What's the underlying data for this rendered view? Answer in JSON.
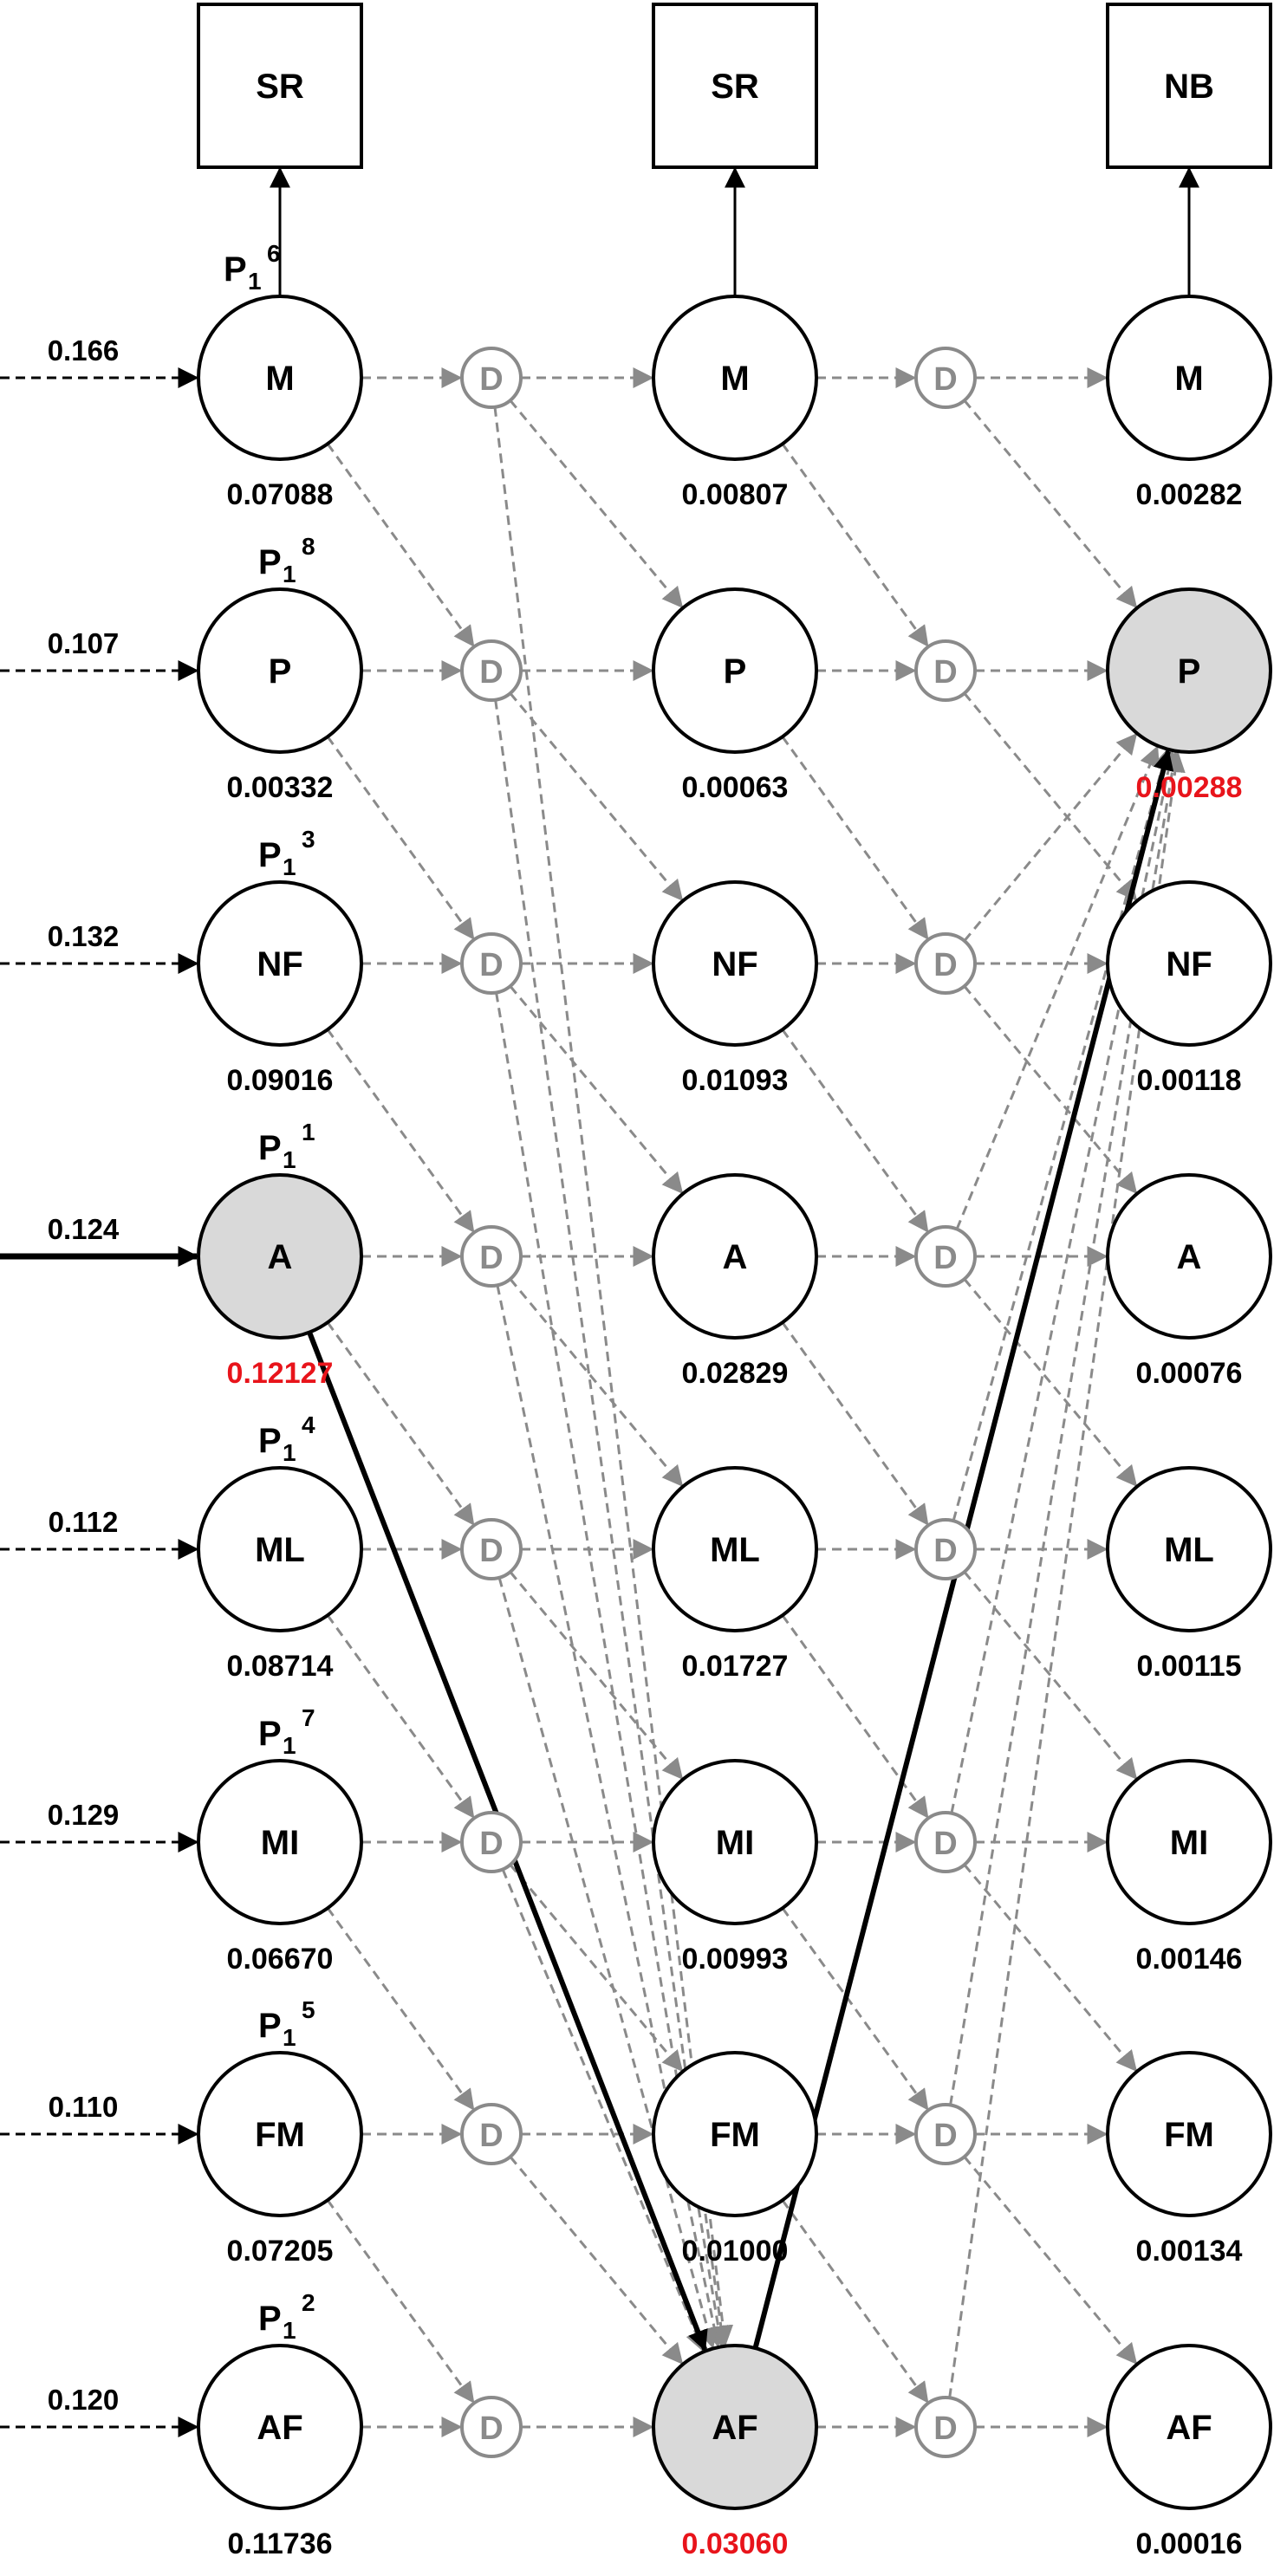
{
  "colors": {
    "node_stroke": "#000000",
    "node_fill": "#ffffff",
    "highlight_fill": "#d9d9d9",
    "gray_edge": "#8a8a8a",
    "highlight_text": "#e8141b",
    "text": "#000000"
  },
  "boxes": [
    "SR",
    "SR",
    "NB"
  ],
  "d_label": "D",
  "states": [
    "M",
    "P",
    "NF",
    "A",
    "ML",
    "MI",
    "FM",
    "AF"
  ],
  "inputs": [
    "0.166",
    "0.107",
    "0.132",
    "0.124",
    "0.112",
    "0.129",
    "0.110",
    "0.120"
  ],
  "prior_labels": [
    {
      "base": "P",
      "sub": "1",
      "sup": "6"
    },
    {
      "base": "P",
      "sub": "1",
      "sup": "8"
    },
    {
      "base": "P",
      "sub": "1",
      "sup": "3"
    },
    {
      "base": "P",
      "sub": "1",
      "sup": "1"
    },
    {
      "base": "P",
      "sub": "1",
      "sup": "4"
    },
    {
      "base": "P",
      "sub": "1",
      "sup": "7"
    },
    {
      "base": "P",
      "sub": "1",
      "sup": "5"
    },
    {
      "base": "P",
      "sub": "1",
      "sup": "2"
    }
  ],
  "columns": [
    {
      "values": [
        "0.07088",
        "0.00332",
        "0.09016",
        "0.12127",
        "0.08714",
        "0.06670",
        "0.07205",
        "0.11736"
      ],
      "selected_state": 3
    },
    {
      "values": [
        "0.00807",
        "0.00063",
        "0.01093",
        "0.02829",
        "0.01727",
        "0.00993",
        "0.01000",
        "0.03060"
      ],
      "selected_state": 7
    },
    {
      "values": [
        "0.00282",
        "0.00288",
        "0.00118",
        "0.00076",
        "0.00115",
        "0.00146",
        "0.00134",
        "0.00016"
      ],
      "selected_state": 1
    }
  ],
  "selected_input": 3,
  "path": [
    [
      0,
      3
    ],
    [
      1,
      7
    ],
    [
      2,
      1
    ]
  ]
}
